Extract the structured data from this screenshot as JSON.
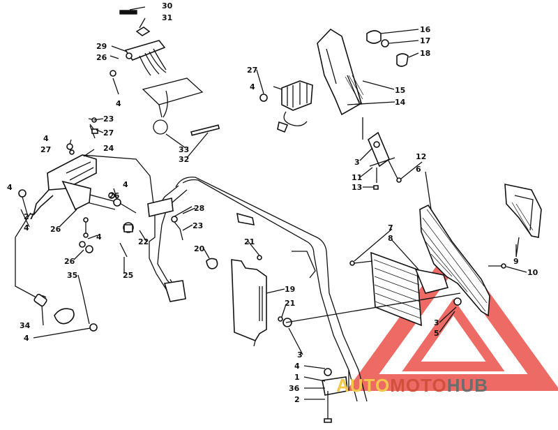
{
  "diagram": {
    "callouts": {
      "c1": "1",
      "c2": "2",
      "c3a": "3",
      "c3b": "3",
      "c3c": "3",
      "c4a": "4",
      "c4b": "4",
      "c4c": "4",
      "c4d": "4",
      "c4e": "4",
      "c4f": "4",
      "c4g": "4",
      "c4h": "4",
      "c5": "5",
      "c6": "6",
      "c7": "7",
      "c8": "8",
      "c9": "9",
      "c10": "10",
      "c11": "11",
      "c12": "12",
      "c13": "13",
      "c14": "14",
      "c15": "15",
      "c16": "16",
      "c17": "17",
      "c18": "18",
      "c19": "19",
      "c20": "20",
      "c21a": "21",
      "c21b": "21",
      "c22": "22",
      "c23a": "23",
      "c23b": "23",
      "c24": "24",
      "c25": "25",
      "c26a": "26",
      "c26b": "26",
      "c26c": "26",
      "c26d": "26",
      "c27a": "27",
      "c27b": "27",
      "c27c": "27",
      "c27d": "27",
      "c28": "28",
      "c29": "29",
      "c30": "30",
      "c31": "31",
      "c32": "32",
      "c33": "33",
      "c34": "34",
      "c35": "35",
      "c36": "36"
    }
  },
  "watermark": {
    "part1": "AUTO",
    "part2": "MOTO",
    "part3": "HUB",
    "colors": {
      "auto": "#f2c84b",
      "moto": "#d0503d",
      "hub": "#6d6d6d",
      "triangle": "#e8413a"
    }
  }
}
